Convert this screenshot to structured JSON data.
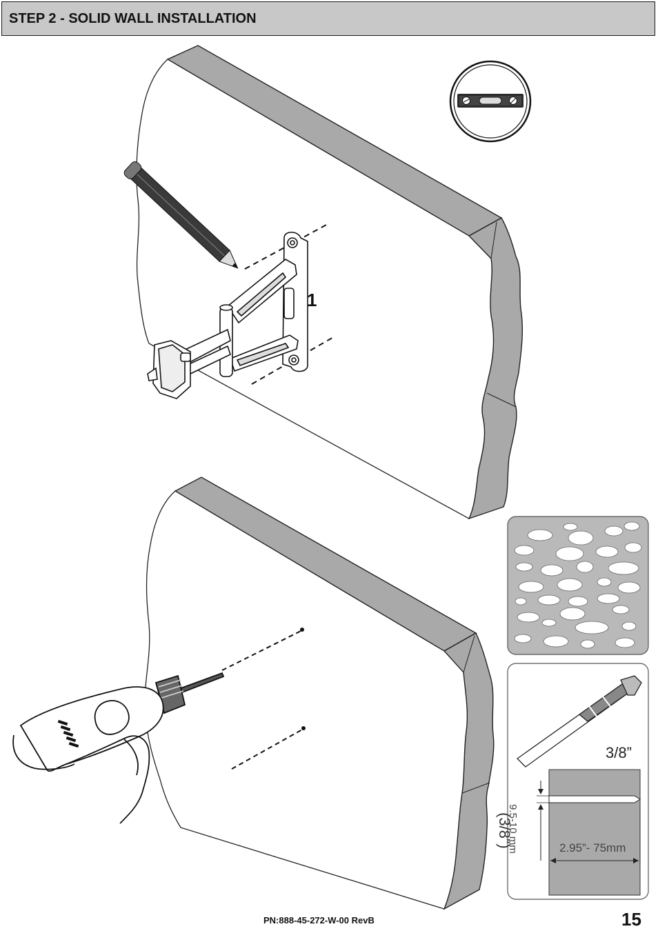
{
  "header": {
    "title": "STEP 2 - SOLID WALL INSTALLATION"
  },
  "illustration_1": {
    "step_number": "1",
    "tool_icon": "spirit-level-icon",
    "marker_icon": "pencil-icon"
  },
  "illustration_2": {
    "tool_icon": "power-drill-icon"
  },
  "drill_bit": {
    "size": "3/8”",
    "diameter_imperial": "(3/8”)",
    "diameter_metric": "9.5-10 mm",
    "depth": "2.95”- 75mm"
  },
  "footer": {
    "part_number": "PN:888-45-272-W-00 RevB",
    "page_number": "15"
  }
}
